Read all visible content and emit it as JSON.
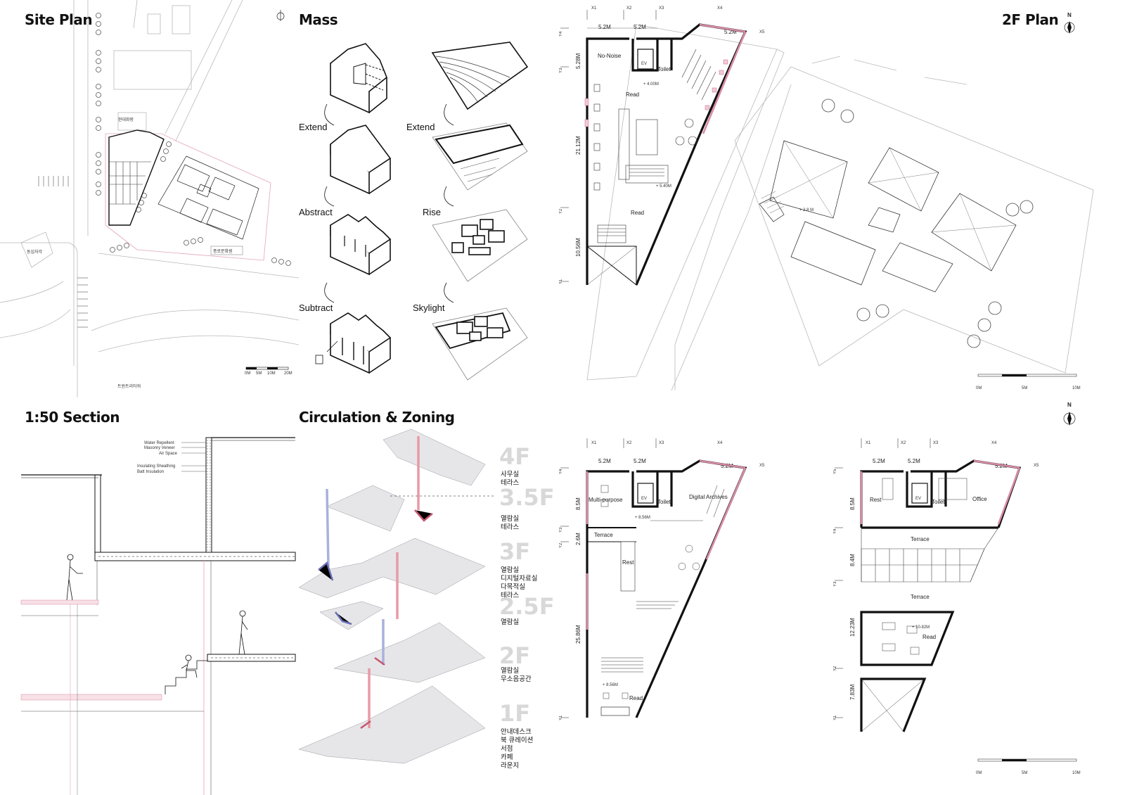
{
  "titles": {
    "site_plan": "Site Plan",
    "mass": "Mass",
    "plan_2f": "2F Plan",
    "section": "1:50 Section",
    "circulation": "Circulation & Zoning"
  },
  "north": "N",
  "site_plan": {
    "labels": [
      "현대화랑",
      "종로문화원",
      "동십자각",
      "트윈트리타워"
    ],
    "scale": [
      "0M",
      "5M",
      "10M",
      "20M"
    ]
  },
  "mass": {
    "left_steps": [
      "Extend",
      "Abstract",
      "Subtract"
    ],
    "right_steps": [
      "Extend",
      "Rise",
      "Skylight"
    ]
  },
  "plan_2f": {
    "grid_x": [
      "X1",
      "X2",
      "X3",
      "X4",
      "X5"
    ],
    "grid_y": [
      "Y4",
      "Y3",
      "Y2",
      "Y1"
    ],
    "dims_x": [
      "5.2M",
      "5.2M",
      "5.2M"
    ],
    "dims_y": [
      "5.28M",
      "21.12M",
      "10.56M"
    ],
    "rooms": [
      "No-Noise",
      "Toilet",
      "Read",
      "Read"
    ],
    "ev": "EV",
    "levels": [
      "+ 4.00M",
      "+ 5.40M",
      "+ 2.8 M"
    ],
    "scale": [
      "0M",
      "5M",
      "10M"
    ]
  },
  "section": {
    "annotations": [
      "Water Repellent",
      "Masonry Veneer",
      "Air Space",
      "Insulating Sheathing",
      "Batt Insulation"
    ]
  },
  "circulation": {
    "floors": [
      {
        "level": "4F",
        "uses": [
          "사무실",
          "테라스"
        ]
      },
      {
        "level": "3.5F",
        "uses": [
          "열람실",
          "테라스"
        ]
      },
      {
        "level": "3F",
        "uses": [
          "열람실",
          "디지털자료실",
          "다목적실",
          "테라스"
        ]
      },
      {
        "level": "2.5F",
        "uses": [
          "열람실"
        ]
      },
      {
        "level": "2F",
        "uses": [
          "열람실",
          "무소음공간"
        ]
      },
      {
        "level": "1F",
        "uses": [
          "안내데스크",
          "북 큐레이션",
          "서점",
          "카페",
          "라운지"
        ]
      }
    ]
  },
  "plan_3f": {
    "grid_x": [
      "X1",
      "X2",
      "X3",
      "X4",
      "X5"
    ],
    "grid_y": [
      "Y4",
      "Y3",
      "Y2",
      "Y1"
    ],
    "dims_x": [
      "5.2M",
      "5.2M",
      "5.2M"
    ],
    "dims_y": [
      "8.5M",
      "2.6M",
      "25.86M"
    ],
    "rooms": [
      "Multi-purpose",
      "Toilet",
      "Digital Archives",
      "Terrace",
      "Rest",
      "Read"
    ],
    "ev": "EV",
    "levels": [
      "+ 8.56M",
      "+ 8.56M"
    ]
  },
  "plan_4f": {
    "grid_x": [
      "X1",
      "X2",
      "X3",
      "X4",
      "X5"
    ],
    "grid_y": [
      "Y5",
      "Y4",
      "Y3",
      "Y2",
      "Y1"
    ],
    "dims_x": [
      "5.2M",
      "5.2M",
      "5.2M"
    ],
    "dims_y": [
      "8.5M",
      "8.4M",
      "12.23M",
      "7.83M"
    ],
    "rooms": [
      "Rest",
      "Toilet",
      "Office",
      "Terrace",
      "Terrace",
      "Read"
    ],
    "ev": "EV",
    "levels": [
      "+ 10.82M"
    ],
    "scale": [
      "0M",
      "5M",
      "10M"
    ]
  }
}
